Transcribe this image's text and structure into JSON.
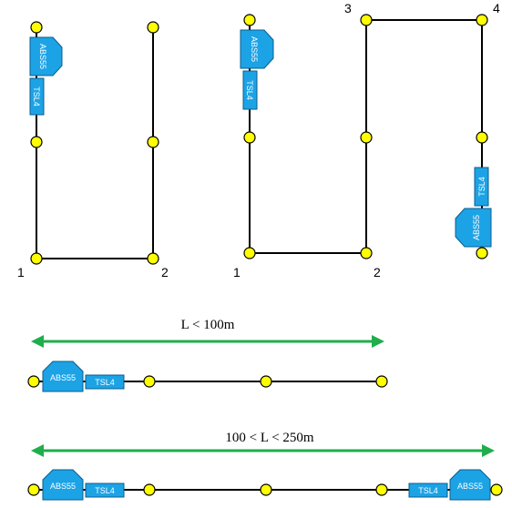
{
  "labels": {
    "abs": "ABS55",
    "tsl": "TSL4",
    "corner_1": "1",
    "corner_2": "2",
    "corner_3": "3",
    "corner_4": "4",
    "range_short": "L < 100m",
    "range_long": "100 < L < 250m"
  },
  "colors": {
    "component": "#1ca3e6",
    "node": "#ffff00",
    "wire": "#000000",
    "arrow": "#1fae4b"
  }
}
